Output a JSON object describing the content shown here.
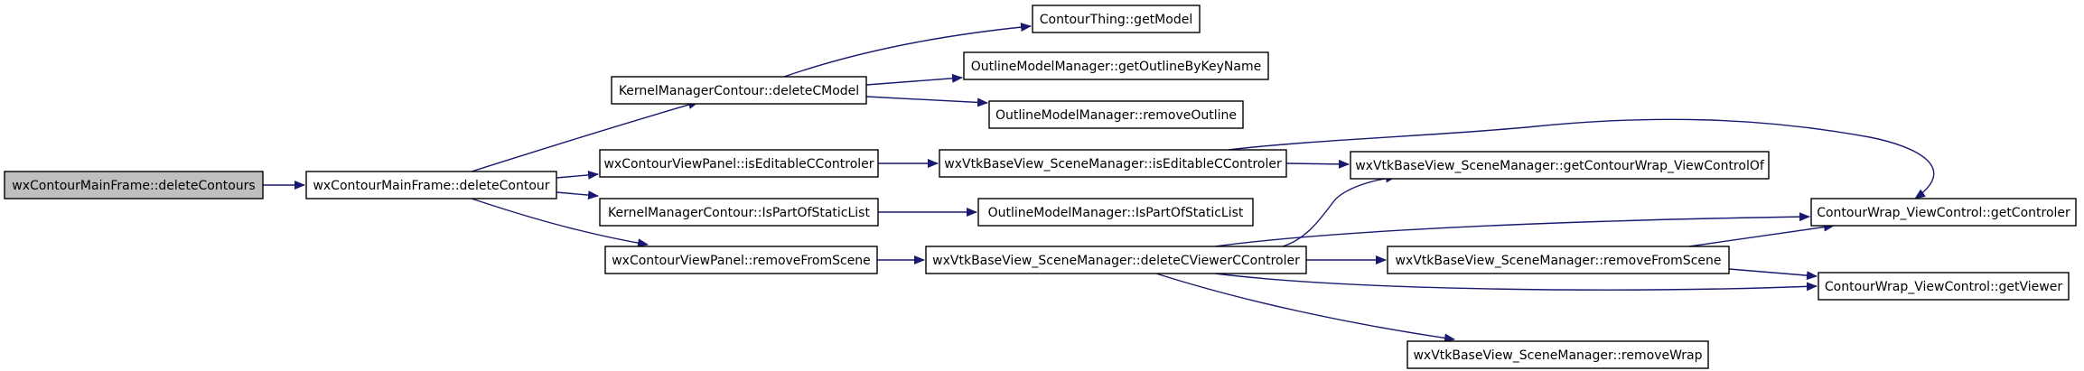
{
  "nodes": [
    {
      "id": "n0",
      "label": "wxContourMainFrame::deleteContours",
      "root": true
    },
    {
      "id": "n1",
      "label": "wxContourMainFrame::deleteContour"
    },
    {
      "id": "n2",
      "label": "KernelManagerContour::deleteCModel"
    },
    {
      "id": "n3",
      "label": "wxContourViewPanel::isEditableCControler"
    },
    {
      "id": "n4",
      "label": "KernelManagerContour::IsPartOfStaticList"
    },
    {
      "id": "n5",
      "label": "wxContourViewPanel::removeFromScene"
    },
    {
      "id": "n6",
      "label": "ContourThing::getModel"
    },
    {
      "id": "n7",
      "label": "OutlineModelManager::getOutlineByKeyName"
    },
    {
      "id": "n8",
      "label": "OutlineModelManager::removeOutline"
    },
    {
      "id": "n9",
      "label": "wxVtkBaseView_SceneManager::isEditableCControler"
    },
    {
      "id": "n10",
      "label": "OutlineModelManager::IsPartOfStaticList"
    },
    {
      "id": "n11",
      "label": "wxVtkBaseView_SceneManager::deleteCViewerCControler"
    },
    {
      "id": "n12",
      "label": "wxVtkBaseView_SceneManager::getContourWrap_ViewControlOf"
    },
    {
      "id": "n13",
      "label": "wxVtkBaseView_SceneManager::removeFromScene"
    },
    {
      "id": "n14",
      "label": "wxVtkBaseView_SceneManager::removeWrap"
    },
    {
      "id": "n15",
      "label": "ContourWrap_ViewControl::getControler"
    },
    {
      "id": "n16",
      "label": "ContourWrap_ViewControl::getViewer"
    }
  ],
  "edges": [
    {
      "from": "n0",
      "to": "n1"
    },
    {
      "from": "n1",
      "to": "n2"
    },
    {
      "from": "n1",
      "to": "n3"
    },
    {
      "from": "n1",
      "to": "n4"
    },
    {
      "from": "n1",
      "to": "n5"
    },
    {
      "from": "n2",
      "to": "n6"
    },
    {
      "from": "n2",
      "to": "n7"
    },
    {
      "from": "n2",
      "to": "n8"
    },
    {
      "from": "n3",
      "to": "n9"
    },
    {
      "from": "n4",
      "to": "n10"
    },
    {
      "from": "n5",
      "to": "n11"
    },
    {
      "from": "n9",
      "to": "n12"
    },
    {
      "from": "n9",
      "to": "n15"
    },
    {
      "from": "n11",
      "to": "n12"
    },
    {
      "from": "n11",
      "to": "n15"
    },
    {
      "from": "n11",
      "to": "n13"
    },
    {
      "from": "n11",
      "to": "n16"
    },
    {
      "from": "n11",
      "to": "n14"
    },
    {
      "from": "n13",
      "to": "n15"
    },
    {
      "from": "n13",
      "to": "n16"
    }
  ],
  "colors": {
    "edge": "#191970",
    "root_fill": "#bfbfbf",
    "node_fill": "#ffffff",
    "border": "#000000"
  }
}
